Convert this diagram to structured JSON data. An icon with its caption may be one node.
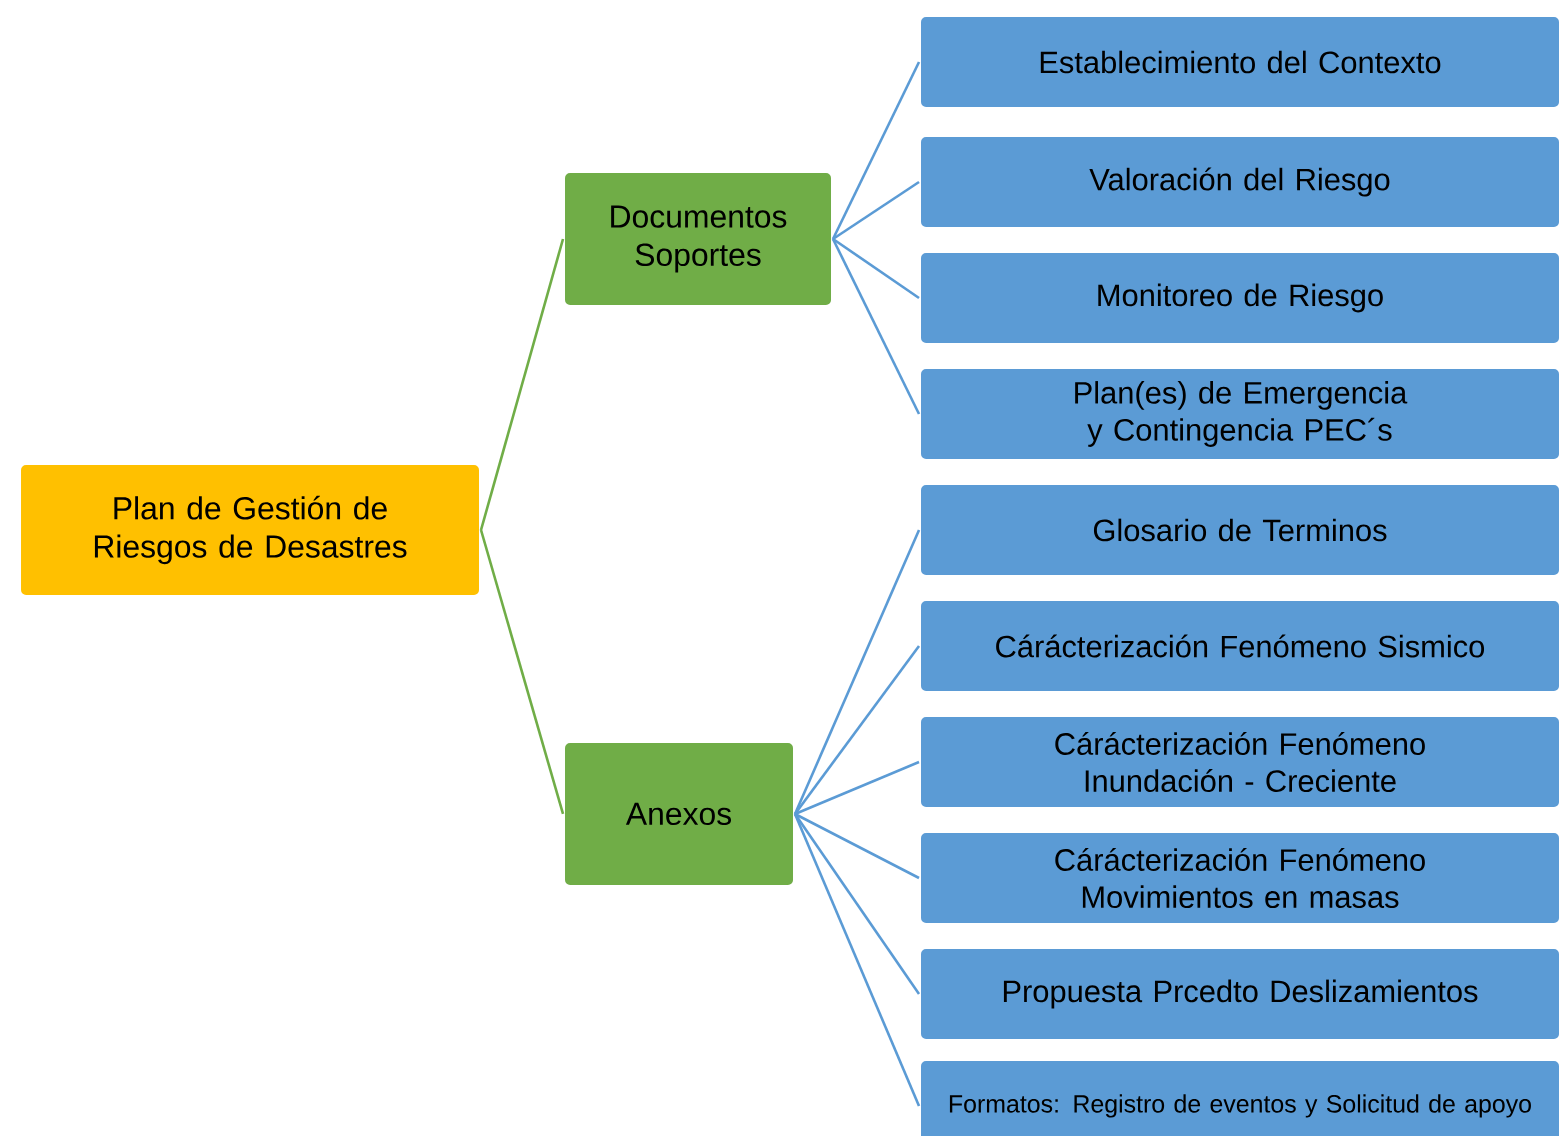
{
  "diagram": {
    "nodes": [
      {
        "text": [
          "Plan de Gestión de Riesgos de Desastres"
        ]
      },
      {
        "text": [
          "Documentos Soportes"
        ]
      },
      {
        "text": [
          "Anexos"
        ]
      },
      {
        "text": [
          "Establecimiento del Contexto"
        ]
      },
      {
        "text": [
          "Valoración del Riesgo"
        ]
      },
      {
        "text": [
          "Monitoreo de Riesgo"
        ]
      },
      {
        "text": [
          "Plan(es) de Emergencia y Contingencia PEC´s"
        ]
      },
      {
        "text": [
          "Glosario de Terminos"
        ]
      },
      {
        "text": [
          "Cárácterización Fenómeno Sismico"
        ]
      },
      {
        "text": [
          "Cárácterización Fenómeno Inundación - Creciente"
        ]
      },
      {
        "text": [
          "Cárácterización Fenómeno Movimientos en masas"
        ]
      },
      {
        "text": [
          "Propuesta Prcedto Deslizamientos"
        ]
      },
      {
        "text": [
          "Formatos: Registro de eventos y Solicitud de apoyo"
        ]
      }
    ],
    "edges": [
      {
        "from": 0,
        "to": 1,
        "arrow": "none",
        "color": "#70ad47"
      },
      {
        "from": 0,
        "to": 2,
        "arrow": "none",
        "color": "#70ad47"
      },
      {
        "from": 1,
        "to": 3,
        "arrow": "none"
      },
      {
        "from": 1,
        "to": 4,
        "arrow": "none"
      },
      {
        "from": 1,
        "to": 5,
        "arrow": "none"
      },
      {
        "from": 1,
        "to": 6,
        "arrow": "none"
      },
      {
        "from": 2,
        "to": 7,
        "arrow": "none"
      },
      {
        "from": 2,
        "to": 8,
        "arrow": "none"
      },
      {
        "from": 2,
        "to": 9,
        "arrow": "none"
      },
      {
        "from": 2,
        "to": 10,
        "arrow": "none"
      },
      {
        "from": 2,
        "to": 11,
        "arrow": "none"
      },
      {
        "from": 2,
        "to": 12,
        "arrow": "none"
      }
    ]
  }
}
